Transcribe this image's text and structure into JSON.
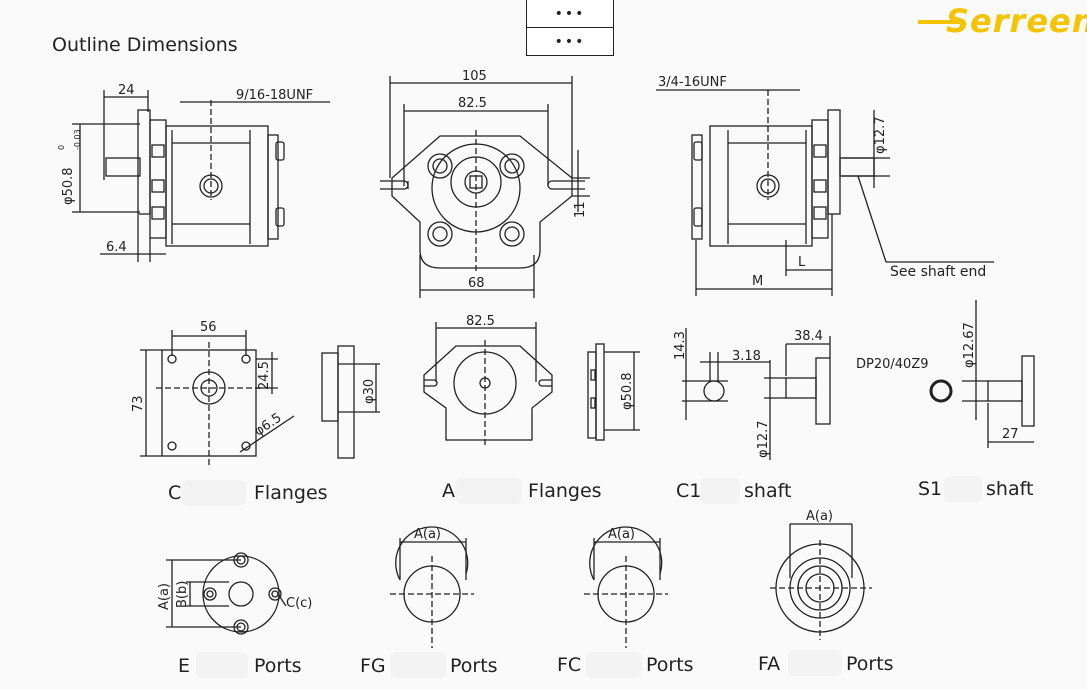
{
  "page": {
    "title": "Outline Dimensions"
  },
  "menu": {
    "items": [
      "•••",
      "•••"
    ]
  },
  "logo": {
    "text": "Serreen",
    "color": "#f5c400"
  },
  "top_row": {
    "left_view": {
      "dim_24": "24",
      "thread": "9/16-18UNF",
      "dia": "φ50.8",
      "tol_upper": "0",
      "tol_lower": "-0.03",
      "dim_6_4": "6.4"
    },
    "front_view": {
      "dim_105": "105",
      "dim_82_5": "82.5",
      "dim_68": "68",
      "dim_11": "11"
    },
    "right_view": {
      "thread": "3/4-16UNF",
      "dia": "φ12.7",
      "dim_L": "L",
      "dim_M": "M",
      "note": "See shaft end"
    }
  },
  "mid_row": {
    "c_flange": {
      "dim_56": "56",
      "dim_73": "73",
      "dim_24_5": "24.5",
      "dia_hole": "φ6.5",
      "dia_30": "φ30"
    },
    "a_flange": {
      "dim_82_5": "82.5",
      "dia_50_8": "φ50.8"
    },
    "c1_shaft": {
      "dim_14_3": "14.3",
      "dim_3_18": "3.18",
      "dim_38_4": "38.4",
      "dia_12_7": "φ12.7"
    },
    "s1_shaft": {
      "spline": "DP20/40Z9",
      "dia_12_67": "φ12.67",
      "dim_27": "27"
    }
  },
  "bottom_row": {
    "e_ports": {
      "a": "A(a)",
      "b": "B(b)",
      "c": "C(c)"
    },
    "fg_ports": {
      "a": "A(a)"
    },
    "fc_ports": {
      "a": "A(a)"
    },
    "fa_ports": {
      "a": "A(a)"
    }
  },
  "captions": [
    {
      "code": "C",
      "word": "Flanges"
    },
    {
      "code": "A",
      "word": "Flanges"
    },
    {
      "code": "C1",
      "word": "shaft"
    },
    {
      "code": "S1",
      "word": "shaft"
    },
    {
      "code": "E",
      "word": "Ports"
    },
    {
      "code": "FG",
      "word": "Ports"
    },
    {
      "code": "FC",
      "word": "Ports"
    },
    {
      "code": "FA",
      "word": "Ports"
    }
  ]
}
